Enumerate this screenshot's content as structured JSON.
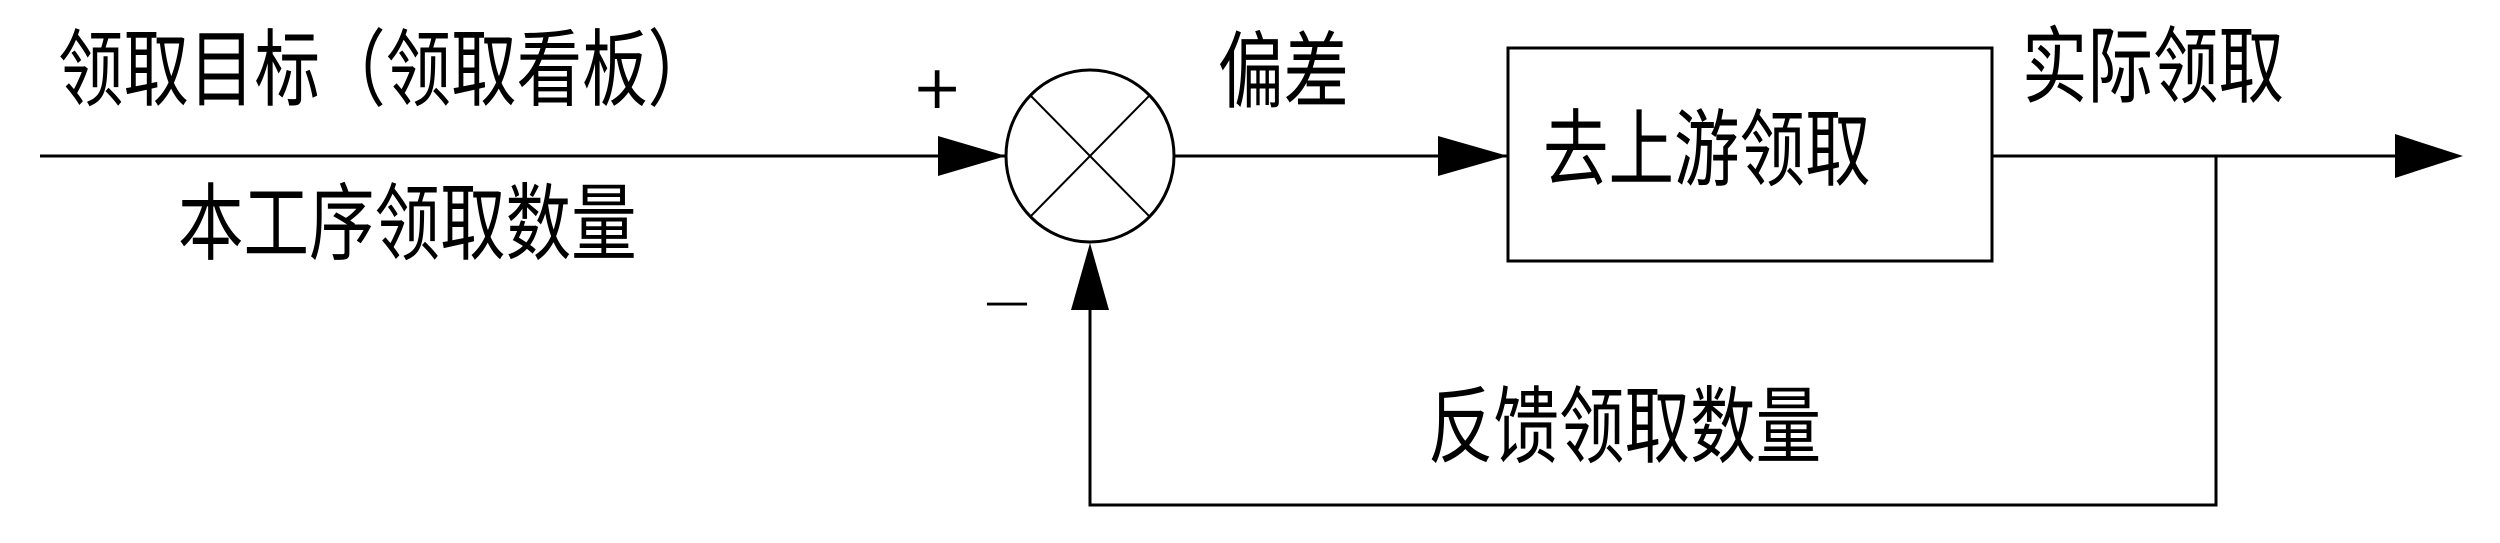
{
  "diagram": {
    "input_label_top": "领取目标（领取看板）",
    "input_label_bottom": "本工序领取数量",
    "plus_sign": "+",
    "minus_sign": "—",
    "error_label": "偏差",
    "process_block": "去上游领取",
    "output_label": "实际领取",
    "feedback_label": "反馈领取数量",
    "colors": {
      "stroke": "#000000",
      "background": "#ffffff"
    }
  }
}
